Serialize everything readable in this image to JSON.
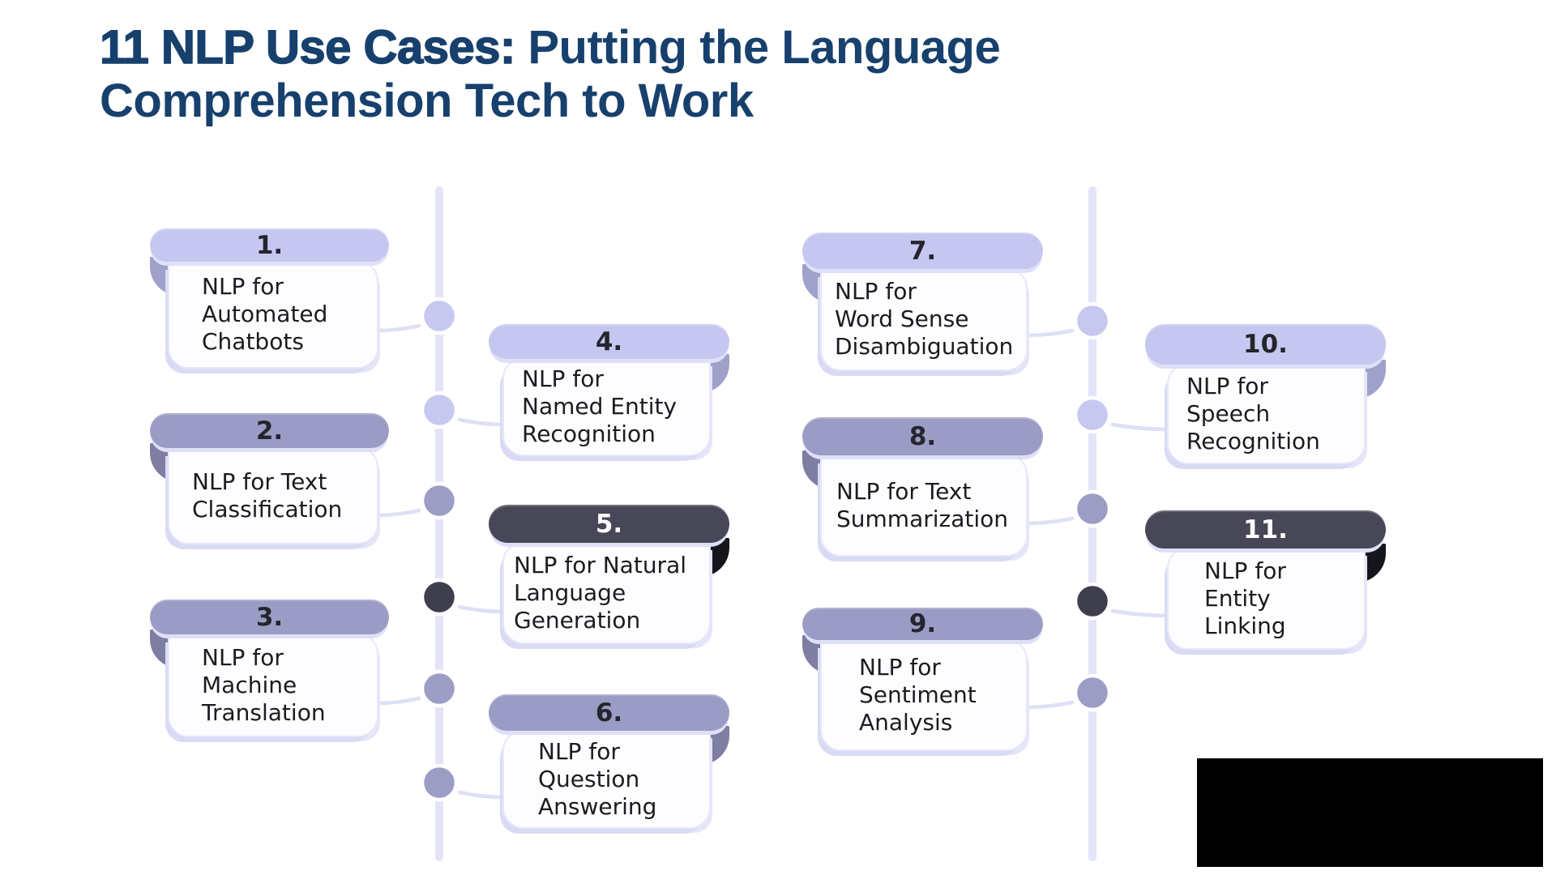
{
  "title": {
    "emphasis": "11 NLP Use Cases:",
    "rest": " Putting the Language Comprehension Tech to Work"
  },
  "colors": {
    "title": "#17406d",
    "background": "#ffffff",
    "card_body": "#fdfdff",
    "timeline_line": "#e3e4f7",
    "connector": "#dee0f5",
    "redaction": "#000000",
    "tones": {
      "light": {
        "header": "#c6c7f0",
        "fold": "#9fa1ca",
        "number": "#25252d",
        "dot": "#c7c8f0"
      },
      "medium": {
        "header": "#9b9cc5",
        "fold": "#7d7ea1",
        "number": "#25252d",
        "dot": "#9c9dc5"
      },
      "dark": {
        "header": "#474757",
        "fold": "#15151c",
        "number": "#ffffff",
        "dot": "#3e3e4d"
      }
    }
  },
  "cards": [
    {
      "number": "1.",
      "lines": [
        "NLP for",
        "Automated",
        "Chatbots"
      ],
      "tone": "light",
      "timeline": 1,
      "side": "left"
    },
    {
      "number": "2.",
      "lines": [
        "NLP for Text",
        "Classification"
      ],
      "tone": "medium",
      "timeline": 1,
      "side": "left"
    },
    {
      "number": "3.",
      "lines": [
        "NLP for",
        "Machine",
        "Translation"
      ],
      "tone": "medium",
      "timeline": 1,
      "side": "left"
    },
    {
      "number": "4.",
      "lines": [
        "NLP for",
        "Named Entity",
        "Recognition"
      ],
      "tone": "light",
      "timeline": 1,
      "side": "right"
    },
    {
      "number": "5.",
      "lines": [
        "NLP for Natural",
        "Language",
        "Generation"
      ],
      "tone": "dark",
      "timeline": 1,
      "side": "right"
    },
    {
      "number": "6.",
      "lines": [
        "NLP for",
        "Question",
        "Answering"
      ],
      "tone": "medium",
      "timeline": 1,
      "side": "right"
    },
    {
      "number": "7.",
      "lines": [
        "NLP for",
        "Word Sense",
        "Disambiguation"
      ],
      "tone": "light",
      "timeline": 2,
      "side": "left"
    },
    {
      "number": "8.",
      "lines": [
        "NLP for Text",
        "Summarization"
      ],
      "tone": "medium",
      "timeline": 2,
      "side": "left"
    },
    {
      "number": "9.",
      "lines": [
        "NLP for",
        "Sentiment",
        "Analysis"
      ],
      "tone": "medium",
      "timeline": 2,
      "side": "left"
    },
    {
      "number": "10.",
      "lines": [
        "NLP for",
        "Speech",
        "Recognition"
      ],
      "tone": "light",
      "timeline": 2,
      "side": "right"
    },
    {
      "number": "11.",
      "lines": [
        "NLP for",
        "Entity",
        "Linking"
      ],
      "tone": "dark",
      "timeline": 2,
      "side": "right"
    }
  ]
}
